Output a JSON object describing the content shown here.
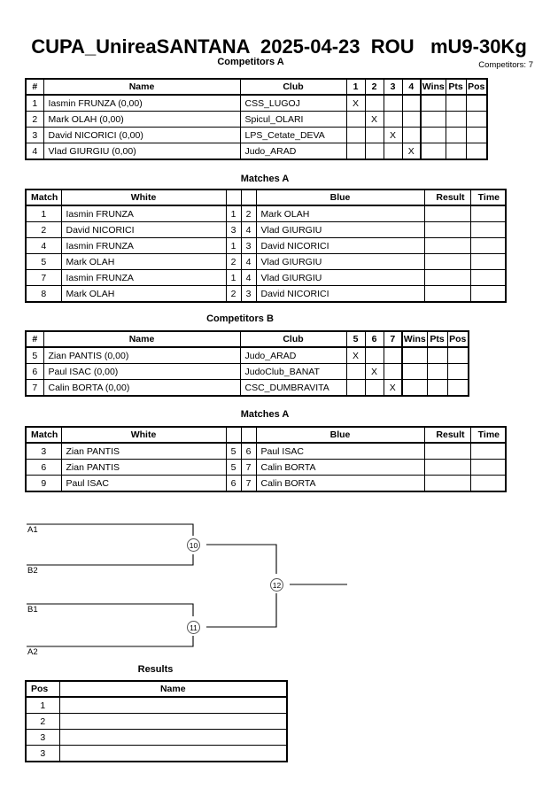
{
  "header": {
    "title": "CUPA_UnireaSANTANA  2025-04-23  ROU   mU9-30Kg",
    "competitors_label": "Competitors: 7"
  },
  "sections": {
    "competitors_a_caption": "Competitors A",
    "matches_a_caption": "Matches A",
    "competitors_b_caption": "Competitors B",
    "matches_b_caption": "Matches A",
    "results_caption": "Results"
  },
  "competitors_table_headers": {
    "num": "#",
    "name": "Name",
    "club": "Club",
    "wins": "Wins",
    "pts": "Pts",
    "pos": "Pos"
  },
  "matches_table_headers": {
    "match": "Match",
    "white": "White",
    "blue": "Blue",
    "result": "Result",
    "time": "Time"
  },
  "results_table_headers": {
    "pos": "Pos",
    "name": "Name"
  },
  "group_a": {
    "seed_columns": [
      "1",
      "2",
      "3",
      "4"
    ],
    "rows": [
      {
        "num": "1",
        "name": "Iasmin FRUNZA  (0,00)",
        "club": "CSS_LUGOJ",
        "marks": [
          "X",
          "",
          "",
          ""
        ],
        "wins": "",
        "pts": "",
        "pos": ""
      },
      {
        "num": "2",
        "name": "Mark OLAH  (0,00)",
        "club": "Spicul_OLARI",
        "marks": [
          "",
          "X",
          "",
          ""
        ],
        "wins": "",
        "pts": "",
        "pos": ""
      },
      {
        "num": "3",
        "name": "David NICORICI  (0,00)",
        "club": "LPS_Cetate_DEVA",
        "marks": [
          "",
          "",
          "X",
          ""
        ],
        "wins": "",
        "pts": "",
        "pos": ""
      },
      {
        "num": "4",
        "name": "Vlad GIURGIU  (0,00)",
        "club": "Judo_ARAD",
        "marks": [
          "",
          "",
          "",
          "X"
        ],
        "wins": "",
        "pts": "",
        "pos": ""
      }
    ]
  },
  "group_b": {
    "seed_columns": [
      "5",
      "6",
      "7"
    ],
    "rows": [
      {
        "num": "5",
        "name": "Zian PANTIS  (0,00)",
        "club": "Judo_ARAD",
        "marks": [
          "X",
          "",
          ""
        ],
        "wins": "",
        "pts": "",
        "pos": ""
      },
      {
        "num": "6",
        "name": "Paul ISAC  (0,00)",
        "club": "JudoClub_BANAT",
        "marks": [
          "",
          "X",
          ""
        ],
        "wins": "",
        "pts": "",
        "pos": ""
      },
      {
        "num": "7",
        "name": "Calin BORTA  (0,00)",
        "club": "CSC_DUMBRAVITA",
        "marks": [
          "",
          "",
          "X"
        ],
        "wins": "",
        "pts": "",
        "pos": ""
      }
    ]
  },
  "matches_a": [
    {
      "match": "1",
      "white": "Iasmin FRUNZA",
      "white_seed": "1",
      "blue_seed": "2",
      "blue": "Mark OLAH",
      "result": "",
      "time": ""
    },
    {
      "match": "2",
      "white": "David NICORICI",
      "white_seed": "3",
      "blue_seed": "4",
      "blue": "Vlad GIURGIU",
      "result": "",
      "time": ""
    },
    {
      "match": "4",
      "white": "Iasmin FRUNZA",
      "white_seed": "1",
      "blue_seed": "3",
      "blue": "David NICORICI",
      "result": "",
      "time": ""
    },
    {
      "match": "5",
      "white": "Mark OLAH",
      "white_seed": "2",
      "blue_seed": "4",
      "blue": "Vlad GIURGIU",
      "result": "",
      "time": ""
    },
    {
      "match": "7",
      "white": "Iasmin FRUNZA",
      "white_seed": "1",
      "blue_seed": "4",
      "blue": "Vlad GIURGIU",
      "result": "",
      "time": ""
    },
    {
      "match": "8",
      "white": "Mark OLAH",
      "white_seed": "2",
      "blue_seed": "3",
      "blue": "David NICORICI",
      "result": "",
      "time": ""
    }
  ],
  "matches_b": [
    {
      "match": "3",
      "white": "Zian PANTIS",
      "white_seed": "5",
      "blue_seed": "6",
      "blue": "Paul ISAC",
      "result": "",
      "time": ""
    },
    {
      "match": "6",
      "white": "Zian PANTIS",
      "white_seed": "5",
      "blue_seed": "7",
      "blue": "Calin BORTA",
      "result": "",
      "time": ""
    },
    {
      "match": "9",
      "white": "Paul ISAC",
      "white_seed": "6",
      "blue_seed": "7",
      "blue": "Calin BORTA",
      "result": "",
      "time": ""
    }
  ],
  "bracket": {
    "slots": [
      {
        "label": "A1"
      },
      {
        "label": "B2"
      },
      {
        "label": "B1"
      },
      {
        "label": "A2"
      }
    ],
    "nodes": [
      {
        "label": "10"
      },
      {
        "label": "11"
      },
      {
        "label": "12"
      }
    ]
  },
  "results": {
    "rows": [
      {
        "pos": "1",
        "name": ""
      },
      {
        "pos": "2",
        "name": ""
      },
      {
        "pos": "3",
        "name": ""
      },
      {
        "pos": "3",
        "name": ""
      }
    ]
  }
}
